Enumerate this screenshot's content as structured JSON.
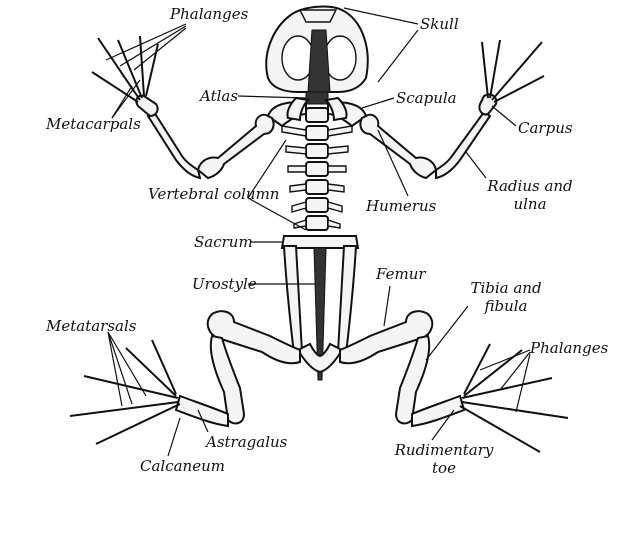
{
  "diagram": {
    "labels": {
      "skull": "Skull",
      "phalanges_upper": "Phalanges",
      "metacarpals": "Metacarpals",
      "atlas": "Atlas",
      "scapula": "Scapula",
      "carpus": "Carpus",
      "vertebral_column": "Vertebral column",
      "humerus": "Humerus",
      "radius_ulna_1": "Radius and",
      "radius_ulna_2": "ulna",
      "sacrum": "Sacrum",
      "urostyle": "Urostyle",
      "femur": "Femur",
      "tibia_fibula_1": "Tibia and",
      "tibia_fibula_2": "fibula",
      "metatarsals": "Metatarsals",
      "phalanges_lower": "Phalanges",
      "astragalus": "Astragalus",
      "calcaneum": "Calcaneum",
      "rudimentary_1": "Rudimentary",
      "rudimentary_2": "toe"
    }
  }
}
